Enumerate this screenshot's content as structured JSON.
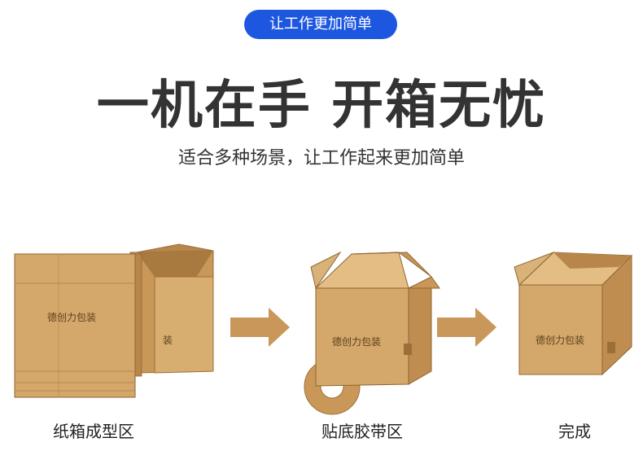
{
  "badge": {
    "text": "让工作更加简单",
    "color": "#1d57e0"
  },
  "headline": "一机在手 开箱无忧",
  "subline": "适合多种场景，让工作起来更加简单",
  "box_brand": "德创力包装",
  "box_brand_partial": "装",
  "stages": [
    {
      "label": "纸箱成型区"
    },
    {
      "label": "贴底胶带区"
    },
    {
      "label": "完成"
    }
  ],
  "colors": {
    "kraft": "#d4a86a",
    "kraft_dark": "#b8864a",
    "kraft_light": "#e3bd83",
    "arrow": "#c9975a"
  }
}
